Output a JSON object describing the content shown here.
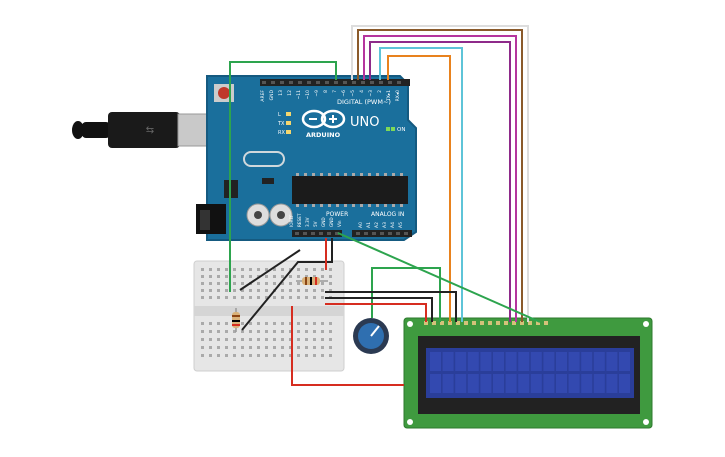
{
  "board": {
    "brand": "ARDUINO",
    "model": "UNO",
    "logo_symbol": "⊖⊕",
    "digital_label": "DIGITAL (PWM~)",
    "power_label": "POWER",
    "analog_label": "ANALOG IN",
    "on_label": "ON",
    "led_labels": [
      "L",
      "TX",
      "RX"
    ],
    "reset_label": "RESET",
    "digital_pins": [
      "AREF",
      "GND",
      "13",
      "12",
      "~11",
      "~10",
      "~9",
      "8",
      "7",
      "~6",
      "~5",
      "4",
      "~3",
      "2",
      "TX▸1",
      "RX◂0"
    ],
    "power_pins": [
      "IOREF",
      "RESET",
      "3.3V",
      "5V",
      "GND",
      "GND",
      "Vin"
    ],
    "analog_pins": [
      "A0",
      "A1",
      "A2",
      "A3",
      "A4",
      "A5"
    ]
  },
  "colors": {
    "board": "#1a6f9c",
    "board_dark": "#155a80",
    "lcd_pcb": "#3f9a3f",
    "lcd_screen": "#2a3e9a",
    "wire_red": "#d62d20",
    "wire_black": "#222222",
    "wire_green": "#2da44e",
    "wire_orange": "#e8821e",
    "wire_cyan": "#5ec4d8",
    "wire_purple": "#8e2a8a",
    "wire_magenta": "#b5359e",
    "wire_brown": "#8a5a2b",
    "wire_white": "#dddddd"
  },
  "components": {
    "usb": "usb-cable-icon",
    "breadboard": "mini-breadboard",
    "potentiometer": "potentiometer-knob-icon",
    "resistors": [
      "resistor-icon",
      "resistor-icon"
    ],
    "display": "lcd-16x2"
  }
}
